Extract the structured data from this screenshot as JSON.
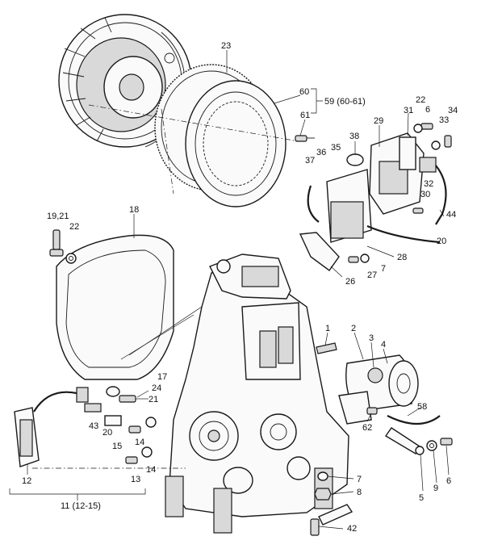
{
  "labels": {
    "l23": "23",
    "l60": "60",
    "l59": "59 (60-61)",
    "l61": "61",
    "l22a": "22",
    "l31": "31",
    "l6a": "6",
    "l34": "34",
    "l33": "33",
    "l29": "29",
    "l38": "38",
    "l35": "35",
    "l36": "36",
    "l37": "37",
    "l32": "32",
    "l30": "30",
    "l44": "44",
    "l20a": "20",
    "l28": "28",
    "l7a": "7",
    "l27": "27",
    "l26": "26",
    "l1921": "19,21",
    "l22b": "22",
    "l18": "18",
    "l1": "1",
    "l2": "2",
    "l3": "3",
    "l4": "4",
    "l17": "17",
    "l24": "24",
    "l21": "21",
    "l58": "58",
    "l43": "43",
    "l20b": "20",
    "l62": "62",
    "l15": "15",
    "l14a": "14",
    "l14b": "14",
    "l13": "13",
    "l12": "12",
    "l7b": "7",
    "l8": "8",
    "l5": "5",
    "l9": "9",
    "l6b": "6",
    "l11": "11 (12-15)",
    "l42": "42"
  }
}
